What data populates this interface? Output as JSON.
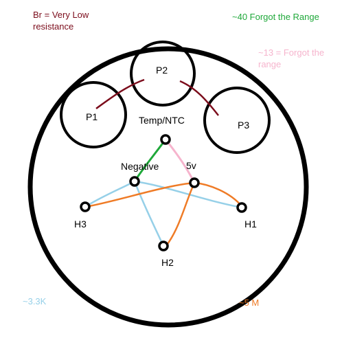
{
  "notes": {
    "br_note": "Br = Very Low\nresistance",
    "green_note": "~40  Forgot the Range",
    "pink_note": "~13 = Forgot the\nrange",
    "blue_note": "~3.3K",
    "orange_note": "~5 M"
  },
  "labels": {
    "p1": "P1",
    "p2": "P2",
    "p3": "P3",
    "temp": "Temp/NTC",
    "negative": "Negative",
    "fivev": "5v",
    "h1": "H1",
    "h2": "H2",
    "h3": "H3"
  },
  "colors": {
    "outline": "#000000",
    "brown": "#7b0c1b",
    "green": "#1fa83a",
    "pink": "#f6b4cd",
    "blue": "#96d0e8",
    "orange": "#ef7b26"
  }
}
